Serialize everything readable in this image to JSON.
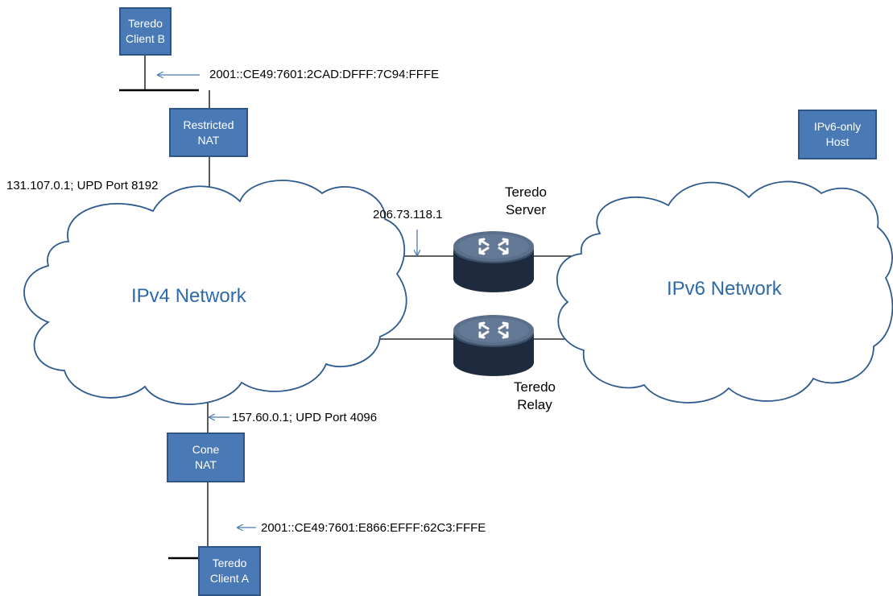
{
  "nodes": {
    "client_b": {
      "line1": "Teredo",
      "line2": "Client B"
    },
    "restricted_nat": {
      "line1": "Restricted",
      "line2": "NAT"
    },
    "ipv6_host": {
      "line1": "IPv6-only",
      "line2": "Host"
    },
    "cone_nat": {
      "line1": "Cone",
      "line2": "NAT"
    },
    "client_a": {
      "line1": "Teredo",
      "line2": "Client A"
    }
  },
  "clouds": {
    "ipv4": "IPv4 Network",
    "ipv6": "IPv6 Network"
  },
  "routers": {
    "server": {
      "line1": "Teredo",
      "line2": "Server"
    },
    "relay": {
      "line1": "Teredo",
      "line2": "Relay"
    }
  },
  "labels": {
    "client_b_addr": "2001::CE49:7601:2CAD:DFFF:7C94:FFFE",
    "restricted_nat_addr": "131.107.0.1; UPD Port 8192",
    "server_addr": "206.73.118.1",
    "cone_nat_addr": "157.60.0.1; UPD Port 4096",
    "client_a_addr": "2001::CE49:7601:E866:EFFF:62C3:FFFE"
  },
  "colors": {
    "box_fill": "#4a7ab5",
    "box_border": "#2f5486",
    "cloud_stroke": "#2e5a8e",
    "cloud_text": "#2e6aa8",
    "arrow": "#4a7ab5",
    "router_top": "#5a6f8a",
    "router_body": "#1e2a3d"
  }
}
